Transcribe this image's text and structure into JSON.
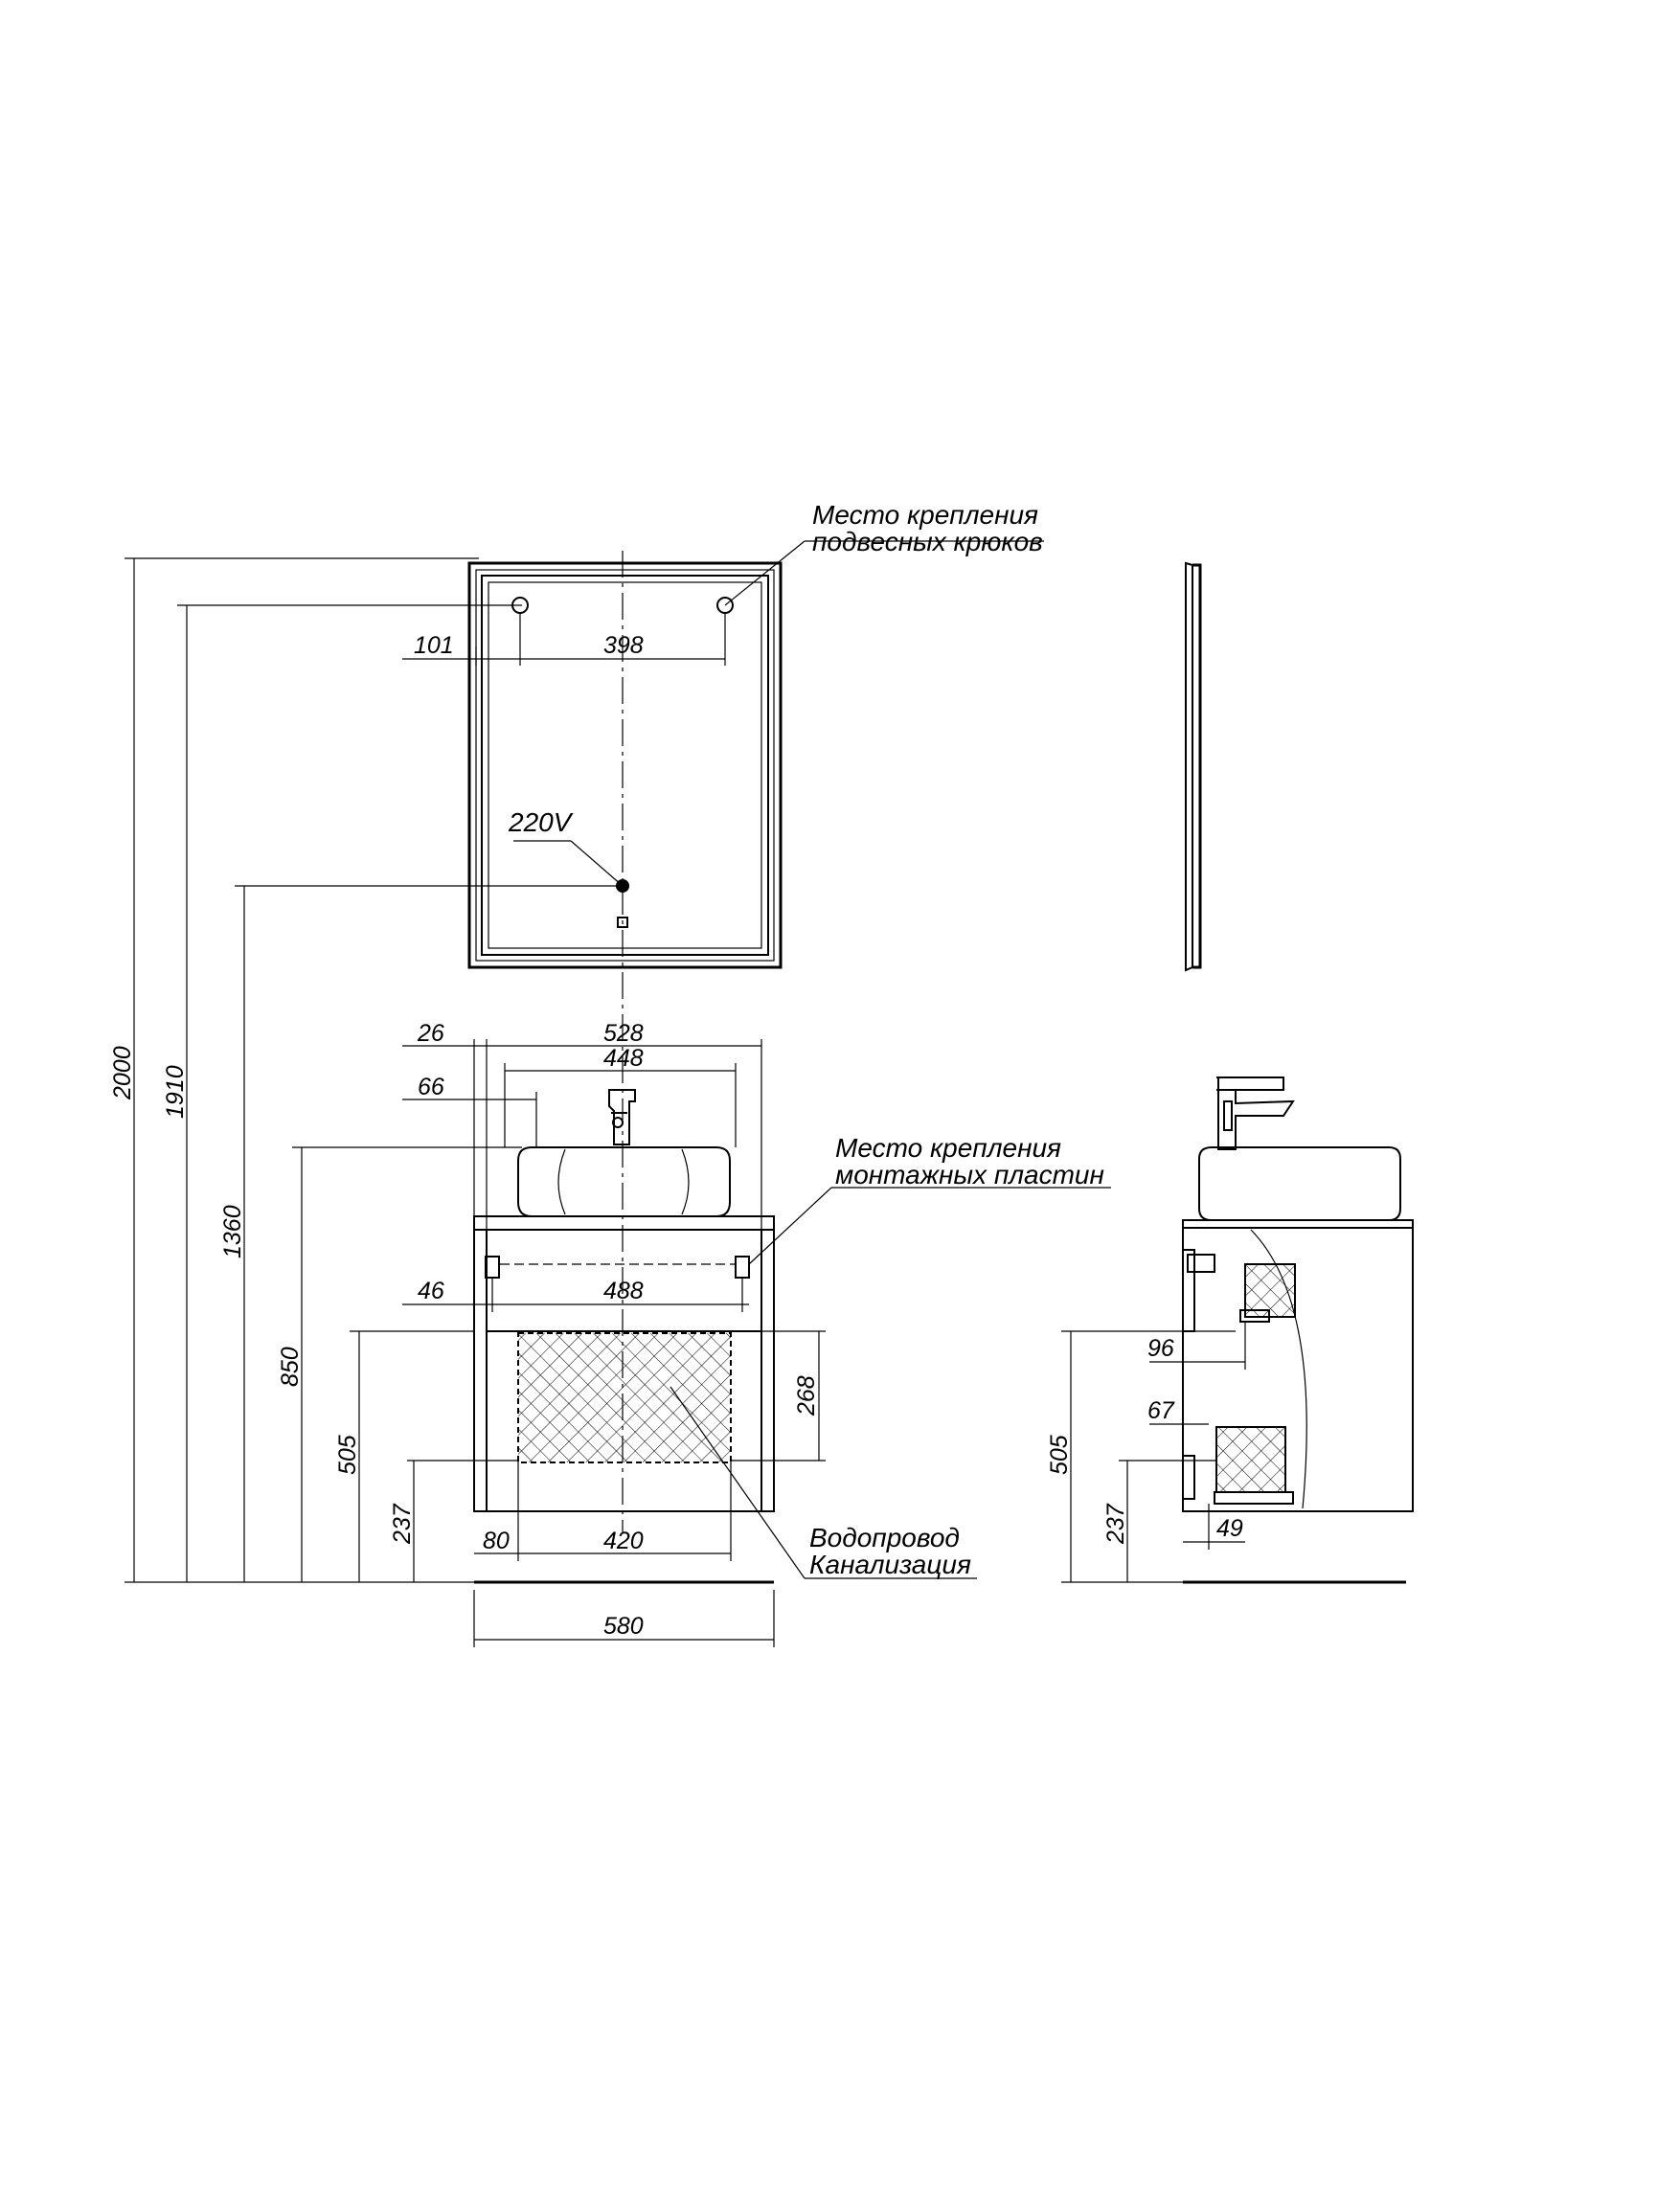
{
  "notes": {
    "hooks_line1": "Место крепления",
    "hooks_line2": "подвесных крюков",
    "voltage": "220V",
    "plates_line1": "Место крепления",
    "plates_line2": "монтажных пластин",
    "water_line1": "Водопровод",
    "water_line2": "Канализация"
  },
  "dimensions": {
    "total_height": "2000",
    "hook_height": "1910",
    "socket_height": "1360",
    "basin_top_height": "850",
    "cabinet_drawer_height": "505",
    "drain_height": "237",
    "hook_offset": "101",
    "hook_spacing": "398",
    "counter_inset": "26",
    "counter_width": "528",
    "basin_width": "448",
    "basin_inset": "66",
    "plate_inset": "46",
    "plate_spacing": "488",
    "niche_height": "268",
    "niche_inset": "80",
    "niche_width": "420",
    "cabinet_width": "580",
    "side_drawer_height": "505",
    "side_drain_height": "237",
    "side_upper_depth": "96",
    "side_lower_depth": "67",
    "side_drain_depth": "49"
  }
}
